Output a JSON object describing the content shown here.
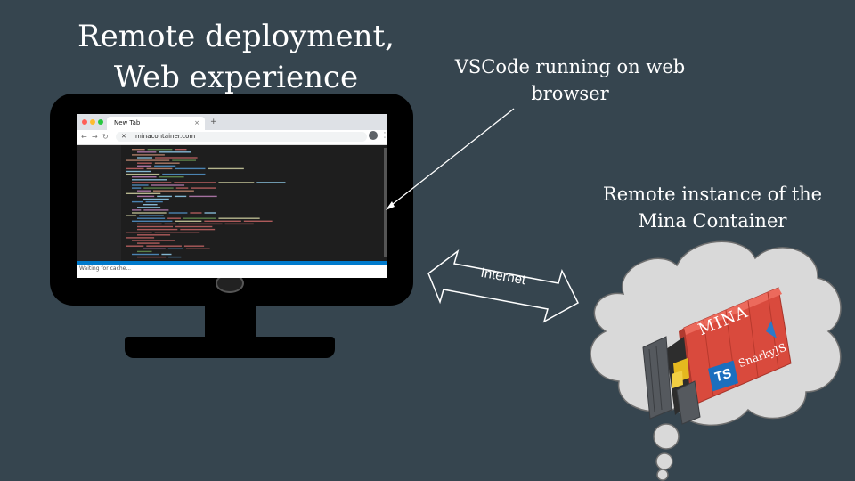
{
  "slide": {
    "title_line1": "Remote deployment,",
    "title_line2": "Web experience",
    "vscode_note": "VSCode running on web browser",
    "remote_note_line1": "Remote instance of the",
    "remote_note_line2": "Mina Container",
    "internet_label": "Internet"
  },
  "browser": {
    "tab_title": "New Tab",
    "tab_close": "×",
    "new_tab": "+",
    "url": "minacontainer.com",
    "status": "Waiting for cache..."
  },
  "container": {
    "brand": "MINA",
    "library": "SnarkyJS",
    "ts_badge": "TS"
  },
  "colors": {
    "background": "#36454f",
    "container_red": "#d94a3d",
    "cloud": "#d9d9d9",
    "editor_bg": "#1e1e1e",
    "vscode_blue": "#007acc"
  },
  "icons": {
    "back": "back-arrow-icon",
    "forward": "forward-arrow-icon",
    "reload": "reload-icon",
    "account": "account-icon",
    "menu": "kebab-menu-icon"
  }
}
